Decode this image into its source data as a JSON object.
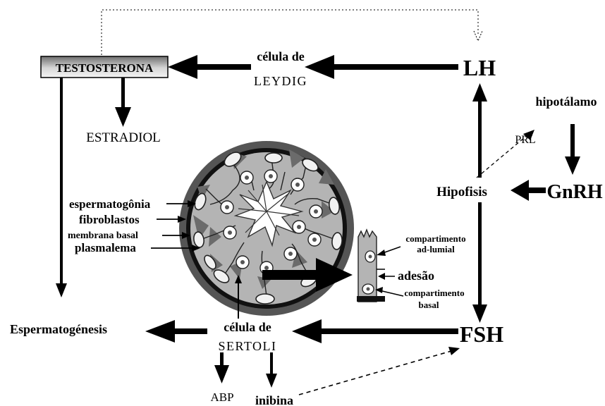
{
  "hormones": {
    "testosterona": "TESTOSTERONA",
    "lh": "LH",
    "fsh": "FSH",
    "gnrh": "GnRH",
    "prl": "PRL",
    "estradiol": "ESTRADIOL",
    "abp": "ABP",
    "inibina": "inibina"
  },
  "organs": {
    "hipotalamo": "hipotálamo",
    "hipofisis": "Hipofisis"
  },
  "cells": {
    "leydig_line1": "célula de",
    "leydig_line2": "LEYDIG",
    "sertoli_line1": "célula de",
    "sertoli_line2": "SERTOLI"
  },
  "process": {
    "espermatogenesis": "Espermatogénesis"
  },
  "tubule_labels": {
    "espermatogonia": "espermatogônia",
    "fibroblastos": "fibroblastos",
    "membrana_basal": "membrana basal",
    "plasmalema": "plasmalema"
  },
  "zoom_labels": {
    "ad_lumial_line1": "compartimento",
    "ad_lumial_line2": "ad-lumial",
    "adesao": "adesão",
    "basal_line1": "compartimento",
    "basal_line2": "basal"
  },
  "colors": {
    "arrow": "#000000",
    "tubule_fill": "#b4b4b4",
    "tubule_ring": "#4a4a4a",
    "testosterona_box_top": "#6e6e6e",
    "testosterona_box_bottom": "#f2f2f2"
  }
}
